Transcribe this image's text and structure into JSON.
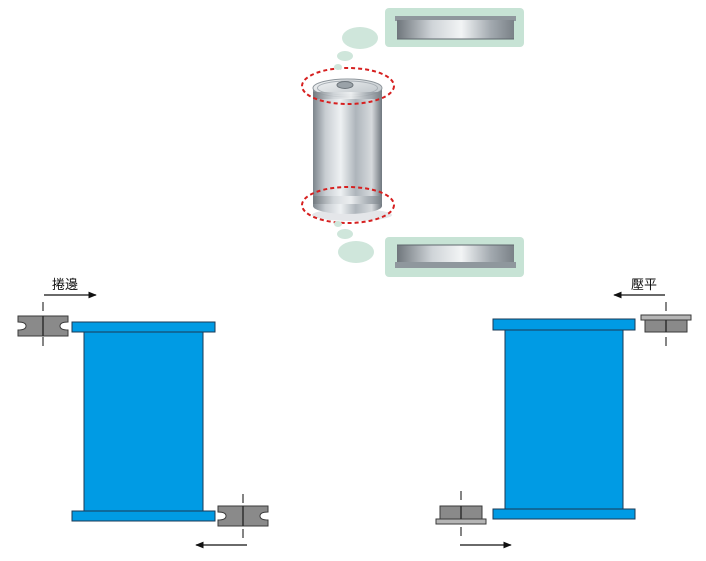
{
  "labels": {
    "curl_edge": "捲邊",
    "flatten": "壓平"
  },
  "colors": {
    "body_blue": "#009be4",
    "body_stroke": "#1b3a55",
    "roller_grey": "#8a8a8a",
    "panel_green": "#c7e3d5",
    "callout_green": "#cfe6db",
    "circle_red": "#d62020"
  },
  "icons": {
    "can": "metal-can-photo",
    "rim_top": "can-rim-top-photo",
    "rim_bottom": "can-rim-bottom-photo",
    "roller_curl": "curling-roller-icon",
    "roller_flat": "flattening-roller-icon",
    "arrow": "direction-arrow-icon"
  }
}
